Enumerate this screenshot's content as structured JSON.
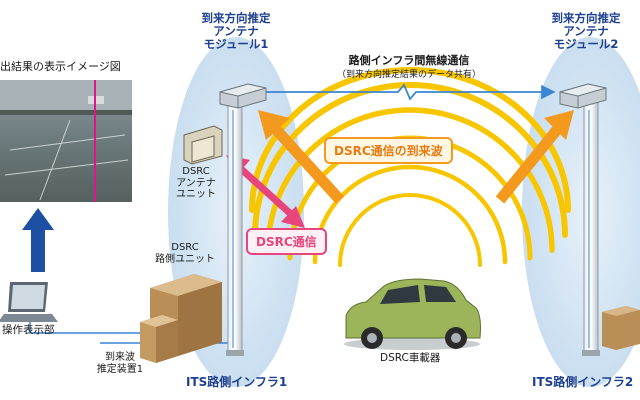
{
  "screen": {
    "caption": "出結果の表示イメージ図"
  },
  "modules": {
    "left_title_l1": "到来方向推定",
    "left_title_l2": "アンテナ",
    "left_title_l3": "モジュール1",
    "right_title_l1": "到来方向推定",
    "right_title_l2": "アンテナ",
    "right_title_l3": "モジュール2"
  },
  "link": {
    "title": "路側インフラ間無線通信",
    "subtitle": "（到来方向推定結果のデータ共有）"
  },
  "labels": {
    "dsrc_wave": "DSRC通信の到来波",
    "dsrc_comm": "DSRC通信",
    "antenna_unit_l1": "DSRC",
    "antenna_unit_l2": "アンテナ",
    "antenna_unit_l3": "ユニット",
    "roadside_unit_l1": "DSRC",
    "roadside_unit_l2": "路側ユニット",
    "console": "操作表示部",
    "estimator_l1": "到来波",
    "estimator_l2": "推定装置1",
    "vehicle": "DSRC車載器",
    "infra_left": "ITS路側インフラ1",
    "infra_right": "ITS路側インフラ2"
  },
  "colors": {
    "accent_blue": "#1d3f8f",
    "wave_orange": "#f39a1e",
    "wave_yellow": "#f7c600",
    "dsrc_pink": "#e8457c",
    "car_green": "#9cb55a",
    "box_brown": "#b98e57"
  }
}
